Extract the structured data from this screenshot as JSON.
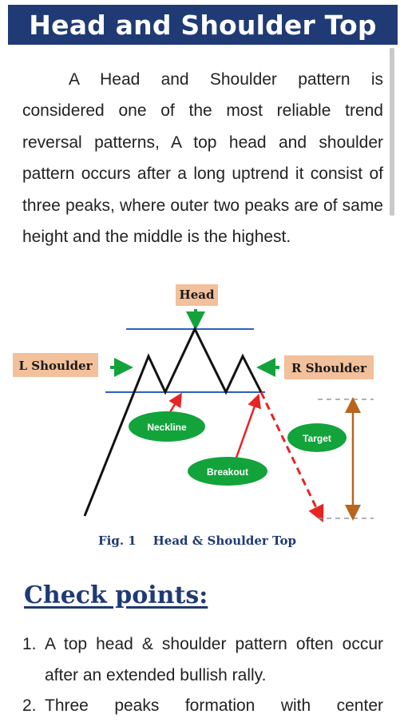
{
  "header": {
    "title": "Head and Shoulder Top"
  },
  "intro": {
    "text": "A Head and Shoulder pattern is considered one of the most reliable trend reversal patterns, A top head and shoulder pattern occurs after a long uptrend it consist of three peaks, where outer two peaks are of same height and the middle is the highest."
  },
  "figure": {
    "labels": {
      "head": "Head",
      "left_shoulder": "L Shoulder",
      "right_shoulder": "R Shoulder",
      "neckline": "Neckline",
      "breakout": "Breakout",
      "target": "Target"
    },
    "caption": "Fig. 1    Head & Shoulder Top",
    "colors": {
      "label_box": "#f2c09a",
      "green_pill": "#13a33b",
      "arrow_green": "#13a33b",
      "line_blue": "#2f5fc4",
      "arrow_red": "#e82323",
      "target_arrow": "#b8651f",
      "caption": "#1f3a74"
    }
  },
  "checkpoints": {
    "title": "Check points:",
    "items": [
      {
        "num": "1.",
        "text": "A top head & shoulder pattern often occur after an extended bullish rally."
      },
      {
        "num": "2.",
        "text": "Three peaks formation with center"
      }
    ]
  }
}
